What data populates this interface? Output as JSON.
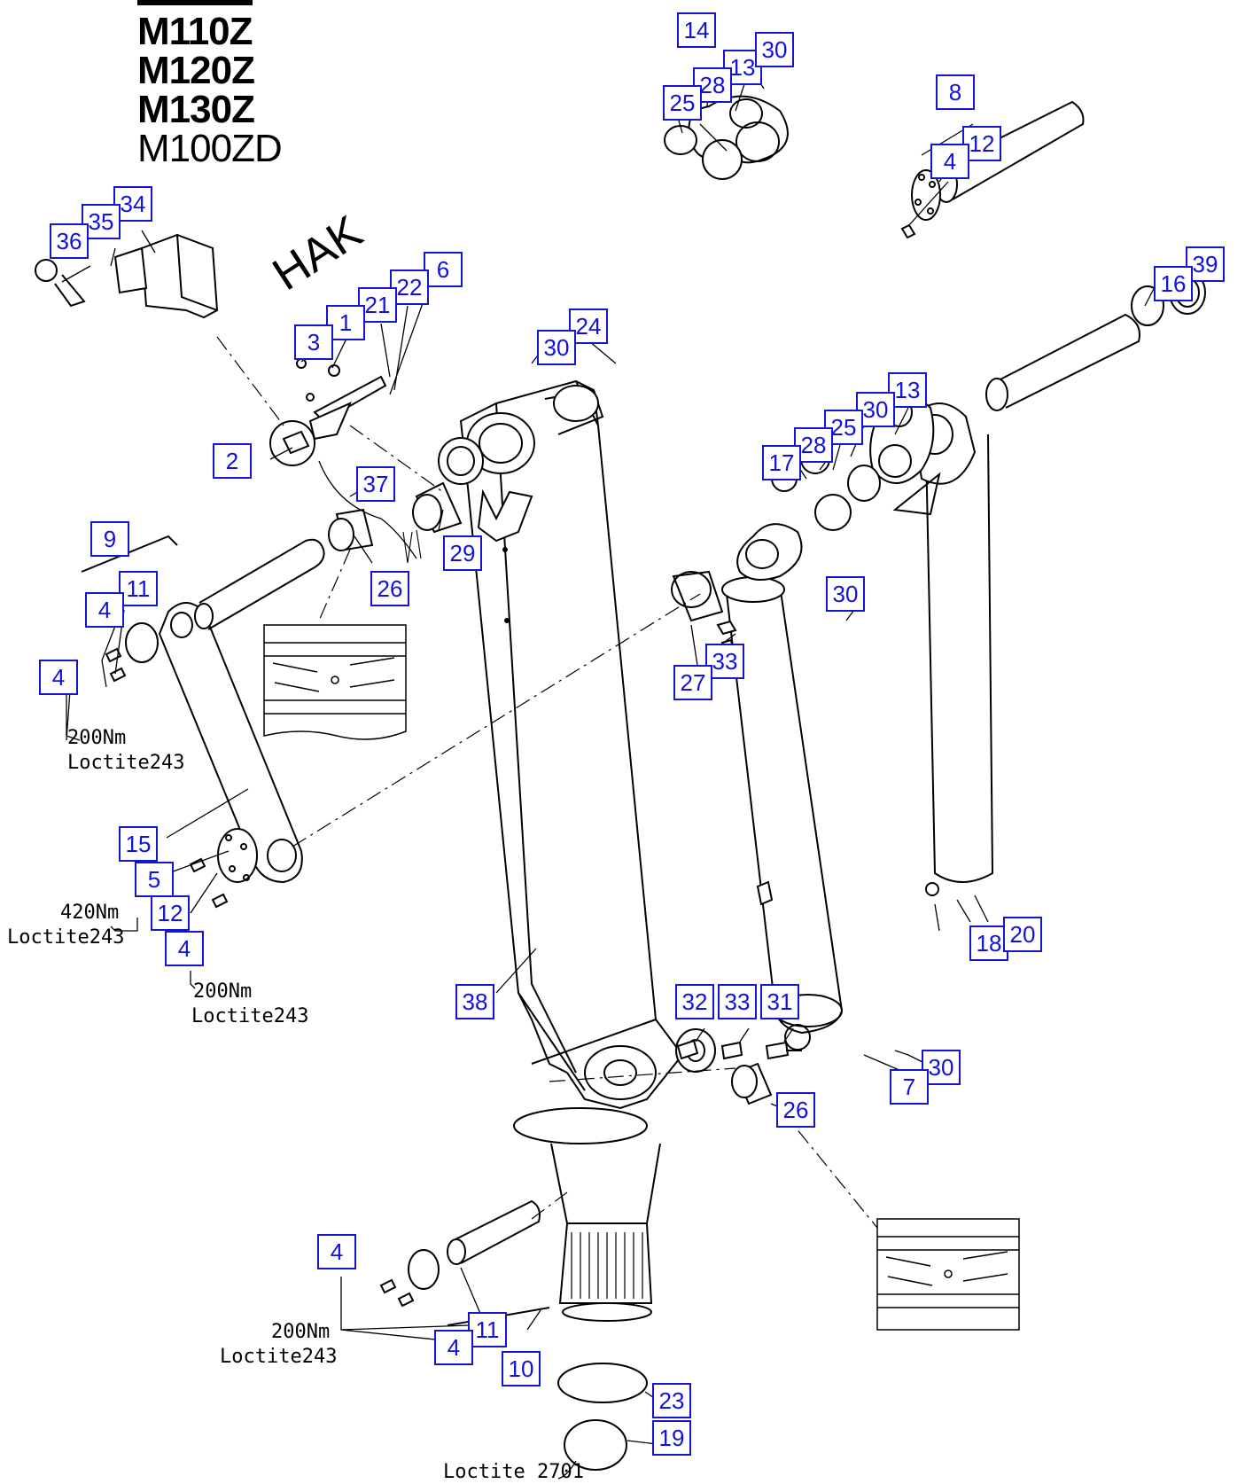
{
  "models": [
    "M110Z",
    "M120Z",
    "M130Z",
    "M100ZD"
  ],
  "hak_label": "HAK",
  "notes": {
    "torque_200_a": "200Nm",
    "loctite_243_a": "Loctite243",
    "torque_420": "420Nm",
    "loctite_243_b": "Loctite243",
    "torque_200_b": "200Nm",
    "loctite_243_c": "Loctite243",
    "torque_200_c": "200Nm",
    "loctite_243_d": "Loctite243",
    "loctite_2701": "Loctite 2701"
  },
  "callouts": [
    {
      "id": "c-14",
      "label": "14"
    },
    {
      "id": "c-13a",
      "label": "13"
    },
    {
      "id": "c-30a",
      "label": "30"
    },
    {
      "id": "c-28a",
      "label": "28"
    },
    {
      "id": "c-25a",
      "label": "25"
    },
    {
      "id": "c-8",
      "label": "8"
    },
    {
      "id": "c-12a",
      "label": "12"
    },
    {
      "id": "c-4a",
      "label": "4"
    },
    {
      "id": "c-34",
      "label": "34"
    },
    {
      "id": "c-35",
      "label": "35"
    },
    {
      "id": "c-36",
      "label": "36"
    },
    {
      "id": "c-6",
      "label": "6"
    },
    {
      "id": "c-22",
      "label": "22"
    },
    {
      "id": "c-21",
      "label": "21"
    },
    {
      "id": "c-1",
      "label": "1"
    },
    {
      "id": "c-3",
      "label": "3"
    },
    {
      "id": "c-24",
      "label": "24"
    },
    {
      "id": "c-30b",
      "label": "30"
    },
    {
      "id": "c-39",
      "label": "39"
    },
    {
      "id": "c-16",
      "label": "16"
    },
    {
      "id": "c-13b",
      "label": "13"
    },
    {
      "id": "c-30c",
      "label": "30"
    },
    {
      "id": "c-25b",
      "label": "25"
    },
    {
      "id": "c-28b",
      "label": "28"
    },
    {
      "id": "c-17",
      "label": "17"
    },
    {
      "id": "c-2",
      "label": "2"
    },
    {
      "id": "c-37",
      "label": "37"
    },
    {
      "id": "c-29",
      "label": "29"
    },
    {
      "id": "c-9",
      "label": "9"
    },
    {
      "id": "c-11a",
      "label": "11"
    },
    {
      "id": "c-4b",
      "label": "4"
    },
    {
      "id": "c-4c",
      "label": "4"
    },
    {
      "id": "c-26a",
      "label": "26"
    },
    {
      "id": "c-30d",
      "label": "30"
    },
    {
      "id": "c-33a",
      "label": "33"
    },
    {
      "id": "c-27",
      "label": "27"
    },
    {
      "id": "c-15",
      "label": "15"
    },
    {
      "id": "c-5",
      "label": "5"
    },
    {
      "id": "c-12b",
      "label": "12"
    },
    {
      "id": "c-4d",
      "label": "4"
    },
    {
      "id": "c-18",
      "label": "18"
    },
    {
      "id": "c-20",
      "label": "20"
    },
    {
      "id": "c-38",
      "label": "38"
    },
    {
      "id": "c-32",
      "label": "32"
    },
    {
      "id": "c-33b",
      "label": "33"
    },
    {
      "id": "c-31",
      "label": "31"
    },
    {
      "id": "c-30e",
      "label": "30"
    },
    {
      "id": "c-7",
      "label": "7"
    },
    {
      "id": "c-26b",
      "label": "26"
    },
    {
      "id": "c-4e",
      "label": "4"
    },
    {
      "id": "c-11b",
      "label": "11"
    },
    {
      "id": "c-4f",
      "label": "4"
    },
    {
      "id": "c-10",
      "label": "10"
    },
    {
      "id": "c-23",
      "label": "23"
    },
    {
      "id": "c-19",
      "label": "19"
    }
  ]
}
